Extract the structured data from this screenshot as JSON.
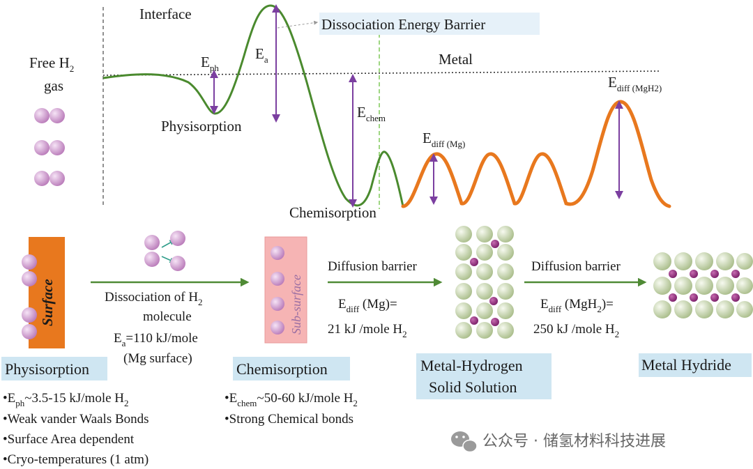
{
  "colors": {
    "physisorption_curve": "#4a8a2e",
    "metal_curve": "#e8781e",
    "arrow": "#7b3fa0",
    "reaction_arrow": "#4f8a35",
    "surface_block": "#e8781e",
    "subsurface_block": "#f6b4b4",
    "h_atom": "#c88ec8",
    "mg_atom": "#c7d6b0",
    "label_box": "#cfe6f2"
  },
  "top": {
    "interface": "Interface",
    "barrier_callout": "Dissociation Energy Barrier",
    "metal": "Metal",
    "free_h2_line1": "Free H",
    "free_h2_sub": "2",
    "free_h2_line2": "gas",
    "eph_main": "E",
    "eph_sub": "ph",
    "ea_main": "E",
    "ea_sub": "a",
    "physisorption": "Physisorption",
    "echem_main": "E",
    "echem_sub": "chem",
    "ediff_mg_main": "E",
    "ediff_mg_sub": "diff (Mg)",
    "ediff_mgh2_main": "E",
    "ediff_mgh2_sub": "diff (MgH2)",
    "chemisorption": "Chemisorption"
  },
  "bottom": {
    "surface": "Surface",
    "subsurface": "Sub-surface",
    "dissociation_line1": "Dissociation of H",
    "dissociation_sub": "2",
    "dissociation_line2": "molecule",
    "ea_value_main": "E",
    "ea_value_sub": "a",
    "ea_value_rest": "=110 kJ/mole",
    "mg_surface": "(Mg surface)",
    "diffusion_barrier_1": "Diffusion barrier",
    "ediff1_main": "E",
    "ediff1_sub": "diff",
    "ediff1_rest": " (Mg)=",
    "ediff1_value": "21 kJ /mole H",
    "ediff1_value_sub": "2",
    "diffusion_barrier_2": "Diffusion barrier",
    "ediff2_main": "E",
    "ediff2_sub": "diff",
    "ediff2_rest": " (MgH",
    "ediff2_rest_sub": "2",
    "ediff2_rest_end": ")=",
    "ediff2_value": "250 kJ /mole H",
    "ediff2_value_sub": "2",
    "physisorption_box": "Physisorption",
    "chemisorption_box": "Chemisorption",
    "solid_solution_line1": "Metal-Hydrogen",
    "solid_solution_line2": "Solid Solution",
    "metal_hydride_box": "Metal Hydride",
    "phys_b1_pre": "•E",
    "phys_b1_sub": "ph",
    "phys_b1_post": "~3.5-15 kJ/mole H",
    "phys_b1_post_sub": "2",
    "phys_b2": "•Weak vander Waals Bonds",
    "phys_b3": "•Surface Area dependent",
    "phys_b4": "•Cryo-temperatures (1 atm)",
    "chem_b1_pre": "•E",
    "chem_b1_sub": "chem",
    "chem_b1_post": "~50-60 kJ/mole H",
    "chem_b1_post_sub": "2",
    "chem_b2": "•Strong Chemical bonds"
  },
  "watermark": "公众号 · 储氢材料科技进展"
}
